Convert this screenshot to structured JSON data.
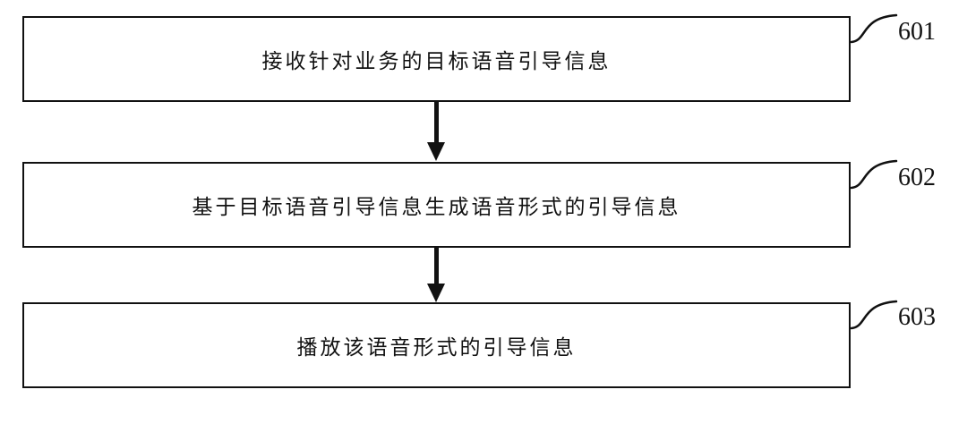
{
  "figure": {
    "type": "flowchart",
    "colors": {
      "stroke": "#111111",
      "background": "#ffffff"
    },
    "steps": [
      {
        "text": "接收针对业务的目标语音引导信息",
        "ref": "601"
      },
      {
        "text": "基于目标语音引导信息生成语音形式的引导信息",
        "ref": "602"
      },
      {
        "text": "播放该语音形式的引导信息",
        "ref": "603"
      }
    ]
  }
}
